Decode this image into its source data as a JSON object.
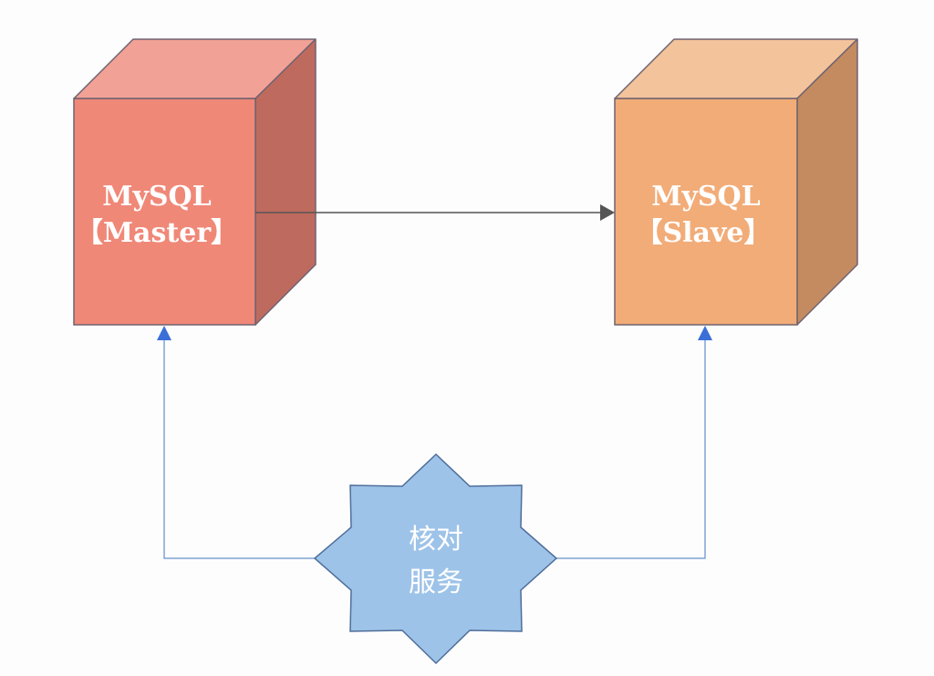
{
  "diagram": {
    "nodes": {
      "master": {
        "line1": "MySQL",
        "line2": "【Master】",
        "shape": "cube",
        "colors": {
          "front": "#F08878",
          "top": "#F2A196",
          "side": "#BF6A5F",
          "stroke": "#6E6370"
        }
      },
      "slave": {
        "line1": "MySQL",
        "line2": "【Slave】",
        "shape": "cube",
        "colors": {
          "front": "#F2AC78",
          "top": "#F3C39B",
          "side": "#C48B60",
          "stroke": "#6E6370"
        }
      },
      "check_service": {
        "line1": "核对",
        "line2": "服务",
        "shape": "8-point-star",
        "colors": {
          "fill": "#9EC3E8",
          "stroke": "#4E6E9A"
        }
      }
    },
    "edges": [
      {
        "from": "master",
        "to": "slave",
        "style": "replication",
        "color": "#555555"
      },
      {
        "from": "check_service",
        "to": "master",
        "style": "elbow",
        "color": "#7FA3D4",
        "arrow_color": "#3A6FD8"
      },
      {
        "from": "check_service",
        "to": "slave",
        "style": "elbow",
        "color": "#7FA3D4",
        "arrow_color": "#3A6FD8"
      }
    ]
  }
}
